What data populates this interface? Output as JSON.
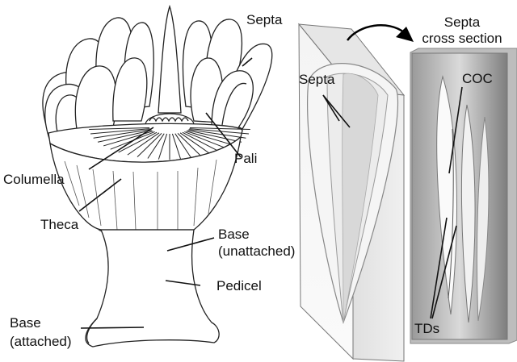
{
  "labels": {
    "septa": "Septa",
    "columella": "Columella",
    "pali": "Pali",
    "theca": "Theca",
    "base_unattached_1": "Base",
    "base_unattached_2": "(unattached)",
    "pedicel": "Pedicel",
    "base_attached_1": "Base",
    "base_attached_2": "(attached)",
    "block_septa": "Septa",
    "cross_section_1": "Septa",
    "cross_section_2": "cross section",
    "coc": "COC",
    "tds": "TDs"
  },
  "colors": {
    "ink": "#222222",
    "block_light": "#eeeeee",
    "cross_dark": "#8a8a8a",
    "cross_light": "#d9d9d9"
  }
}
